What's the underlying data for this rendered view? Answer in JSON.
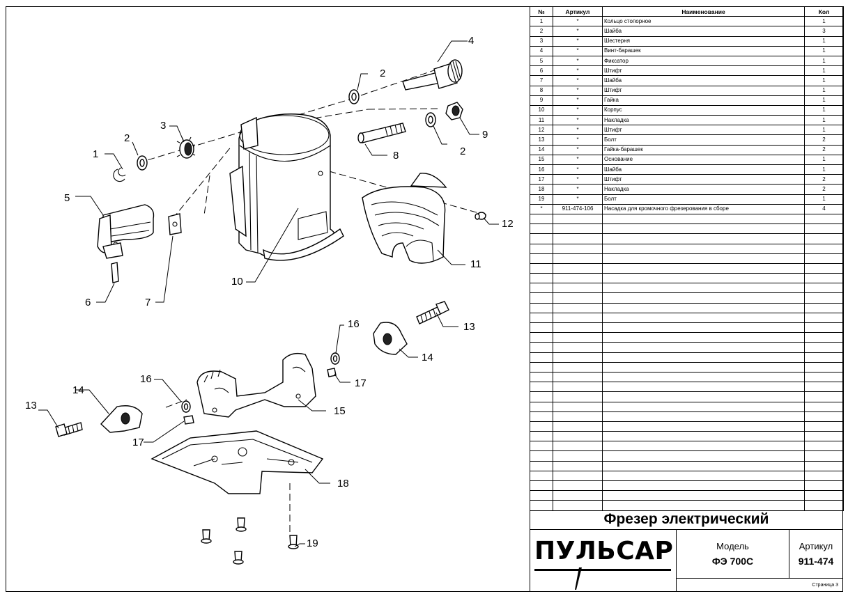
{
  "table": {
    "headers": {
      "no": "№",
      "article": "Артикул",
      "name": "Наименование",
      "qty": "Кол"
    },
    "rows": [
      {
        "no": "1",
        "article": "*",
        "name": "Кольцо стопорное",
        "qty": "1"
      },
      {
        "no": "2",
        "article": "*",
        "name": "Шайба",
        "qty": "3"
      },
      {
        "no": "3",
        "article": "*",
        "name": "Шестерня",
        "qty": "1"
      },
      {
        "no": "4",
        "article": "*",
        "name": "Винт-барашек",
        "qty": "1"
      },
      {
        "no": "5",
        "article": "*",
        "name": "Фиксатор",
        "qty": "1"
      },
      {
        "no": "6",
        "article": "*",
        "name": "Штифт",
        "qty": "1"
      },
      {
        "no": "7",
        "article": "*",
        "name": "Шайба",
        "qty": "1"
      },
      {
        "no": "8",
        "article": "*",
        "name": "Штифт",
        "qty": "1"
      },
      {
        "no": "9",
        "article": "*",
        "name": "Гайка",
        "qty": "1"
      },
      {
        "no": "10",
        "article": "*",
        "name": "Корпус",
        "qty": "1"
      },
      {
        "no": "11",
        "article": "*",
        "name": "Накладка",
        "qty": "1"
      },
      {
        "no": "12",
        "article": "*",
        "name": "Штифт",
        "qty": "1"
      },
      {
        "no": "13",
        "article": "*",
        "name": "Болт",
        "qty": "2"
      },
      {
        "no": "14",
        "article": "*",
        "name": "Гайка-барашек",
        "qty": "2"
      },
      {
        "no": "15",
        "article": "*",
        "name": "Основание",
        "qty": "1"
      },
      {
        "no": "16",
        "article": "*",
        "name": "Шайба",
        "qty": "1"
      },
      {
        "no": "17",
        "article": "*",
        "name": "Штифт",
        "qty": "2"
      },
      {
        "no": "18",
        "article": "*",
        "name": "Накладка",
        "qty": "2"
      },
      {
        "no": "19",
        "article": "*",
        "name": "Болт",
        "qty": "1"
      },
      {
        "no": "*",
        "article": "911-474-106",
        "name": "Насадка для кромочного фрезерования в сборе",
        "qty": "4"
      }
    ],
    "empty_rows": 30
  },
  "title_block": {
    "title": "Фрезер электрический",
    "brand": "ПУЛЬСАР",
    "model_label": "Модель",
    "model_value": "ФЭ 700С",
    "article_label": "Артикул",
    "article_value": "911-474",
    "page": "Страница 3"
  },
  "callouts": [
    "1",
    "2",
    "2",
    "2",
    "3",
    "4",
    "5",
    "6",
    "7",
    "8",
    "9",
    "10",
    "11",
    "12",
    "13",
    "13",
    "14",
    "14",
    "15",
    "16",
    "16",
    "17",
    "17",
    "18",
    "19"
  ]
}
